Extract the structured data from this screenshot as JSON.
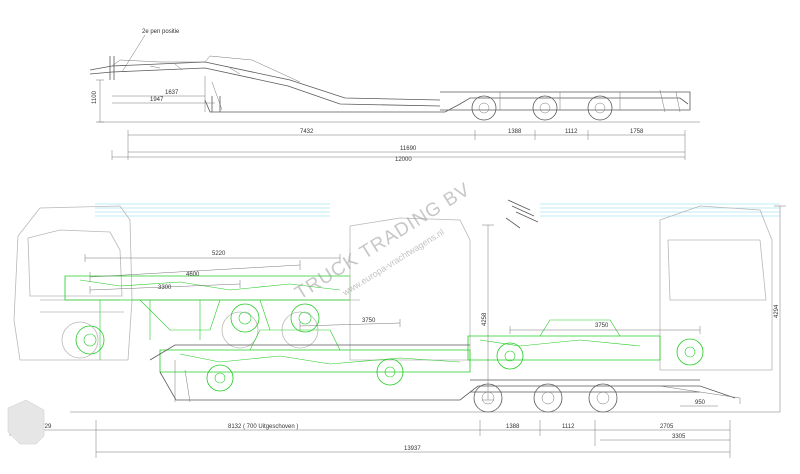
{
  "note": {
    "position_label": "2e pen positie"
  },
  "top_view": {
    "dims_vertical": [
      "1100"
    ],
    "dims_horizontal": [
      "1637",
      "1947",
      "7432",
      "1388",
      "1112",
      "1758",
      "11690",
      "12000"
    ]
  },
  "bottom_view": {
    "dims_inner": [
      "5220",
      "4600",
      "3300",
      "3750",
      "3750",
      "950"
    ],
    "dims_vertical": [
      "4258",
      "4294"
    ],
    "dims_bottom": [
      "1729",
      "8132  ( 700 Uitgeschoven  )",
      "1388",
      "1112",
      "2705",
      "3305",
      "13937"
    ]
  },
  "watermark": {
    "main": "TRUCK TRADING BV",
    "sub": "www.europa-vrachtwagens.nl"
  },
  "colors": {
    "line": "#5a5a5a",
    "green": "#22cc22",
    "cyan": "#7fd8e8"
  }
}
